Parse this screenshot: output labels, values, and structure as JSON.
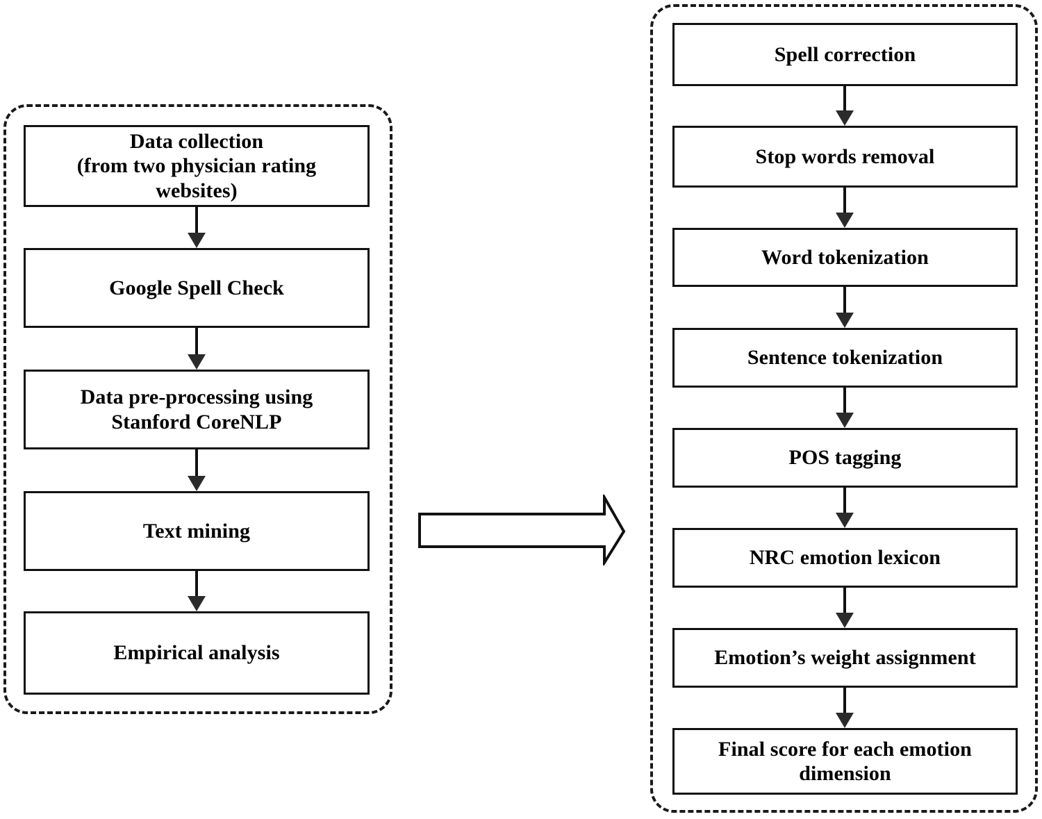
{
  "figure": {
    "type": "flowchart",
    "orientation": "left-to-right, two dashed groups linked by a block arrow"
  },
  "left_group": {
    "name": "research-process-group",
    "boxes": [
      {
        "id": "data-collection",
        "text": "Data collection\n(from two physician rating\nwebsites)"
      },
      {
        "id": "google-spell-check",
        "text": "Google Spell Check"
      },
      {
        "id": "data-preprocessing",
        "text": "Data pre-processing using\nStanford CoreNLP"
      },
      {
        "id": "text-mining",
        "text": "Text mining"
      },
      {
        "id": "empirical-analysis",
        "text": "Empirical analysis"
      }
    ]
  },
  "right_group": {
    "name": "text-mining-detail-group",
    "boxes": [
      {
        "id": "spell-correction",
        "text": "Spell correction"
      },
      {
        "id": "stop-words-removal",
        "text": "Stop words removal"
      },
      {
        "id": "word-tokenization",
        "text": "Word tokenization"
      },
      {
        "id": "sentence-tokenization",
        "text": "Sentence tokenization"
      },
      {
        "id": "pos-tagging",
        "text": "POS tagging"
      },
      {
        "id": "nrc-emotion-lexicon",
        "text": "NRC emotion lexicon"
      },
      {
        "id": "emotion-weight-assignment",
        "text": "Emotion’s weight assignment"
      },
      {
        "id": "final-score",
        "text": "Final score for each emotion\ndimension"
      }
    ]
  },
  "connector_arrow": {
    "id": "expand-arrow",
    "direction": "right",
    "label": ""
  },
  "colors": {
    "stroke": "#111111",
    "dashed_border": "#1a1a1a",
    "arrowhead": "#2b2b2b",
    "background": "#ffffff",
    "text": "#000000"
  }
}
